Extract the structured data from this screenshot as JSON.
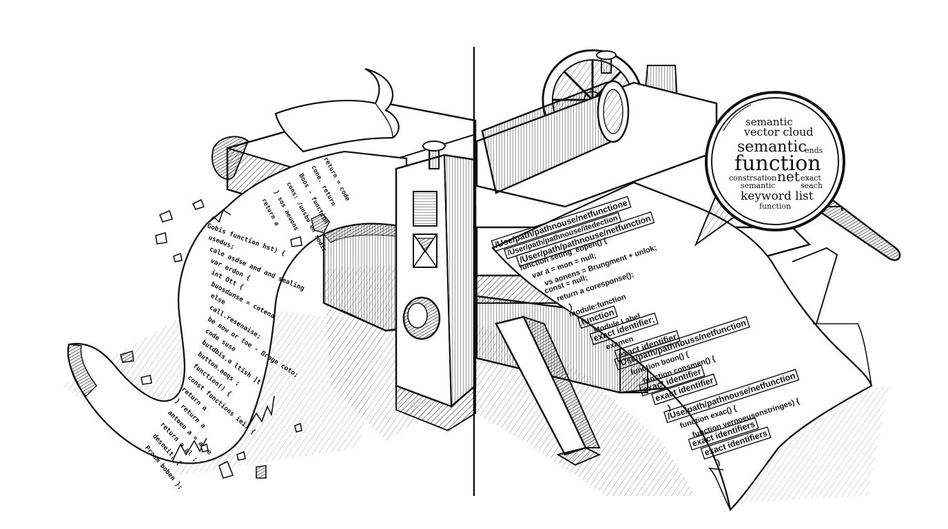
{
  "illustration": {
    "ink_color": "#111111",
    "paper_color": "#ffffff",
    "left_scroll": {
      "code_lines": [
        "Gobis function hst) {",
        "usedus;",
        "cale asdse and and sealing",
        "var erdon {",
        "int Ott {",
        "buosdunse = cotena",
        "else",
        "call.resenaise;",
        "be now or toe - Brage coto;",
        "code suse",
        "butdbis.a ltish ]t",
        "button.aoqs ;",
        "function() {",
        "const functions iei) {",
        "return a",
        "} return a",
        "antoen a = aroe",
        "return a al ;",
        "deseeit; {",
        "Prosm boben };"
      ],
      "top_fragment_lines": [
        "return = code",
        "cone. return",
        "Boos - function",
        "cons: /unsbu en sodis",
        "} sos aeuons",
        "return a"
      ]
    },
    "right_sheet": {
      "code_lines": [
        "/Use/path/pathnouse/netfunctione",
        "/User/path/pathnouse/itedection",
        "/User/path/pathnouse/netfunction",
        "function seting_eopen() {",
        "var a = mon = null;",
        "vs aonens = Brungment + unlok;",
        "const = null;",
        "return a coresponse();",
        "}",
        "module:function",
        "function",
        "Module Label",
        "exact identifier;",
        "examen",
        "exact identifier",
        "/Use/path/pathnouss/netfunction",
        "function boon() {",
        "function consmen() {",
        "exact identifier",
        "exact identifier",
        "}",
        "/Use/path/pathnouse/netfunction",
        "function exac() {",
        "function vernoeusonstringes) {",
        "exact identifiers",
        "exact identifiers",
        "}"
      ]
    },
    "magnifier_words": [
      "semantic",
      "vector cloud",
      "semantic",
      "ends",
      "function",
      "constrsation",
      "net",
      "exact",
      "semantic",
      "seach",
      "keyword list",
      "function"
    ]
  }
}
